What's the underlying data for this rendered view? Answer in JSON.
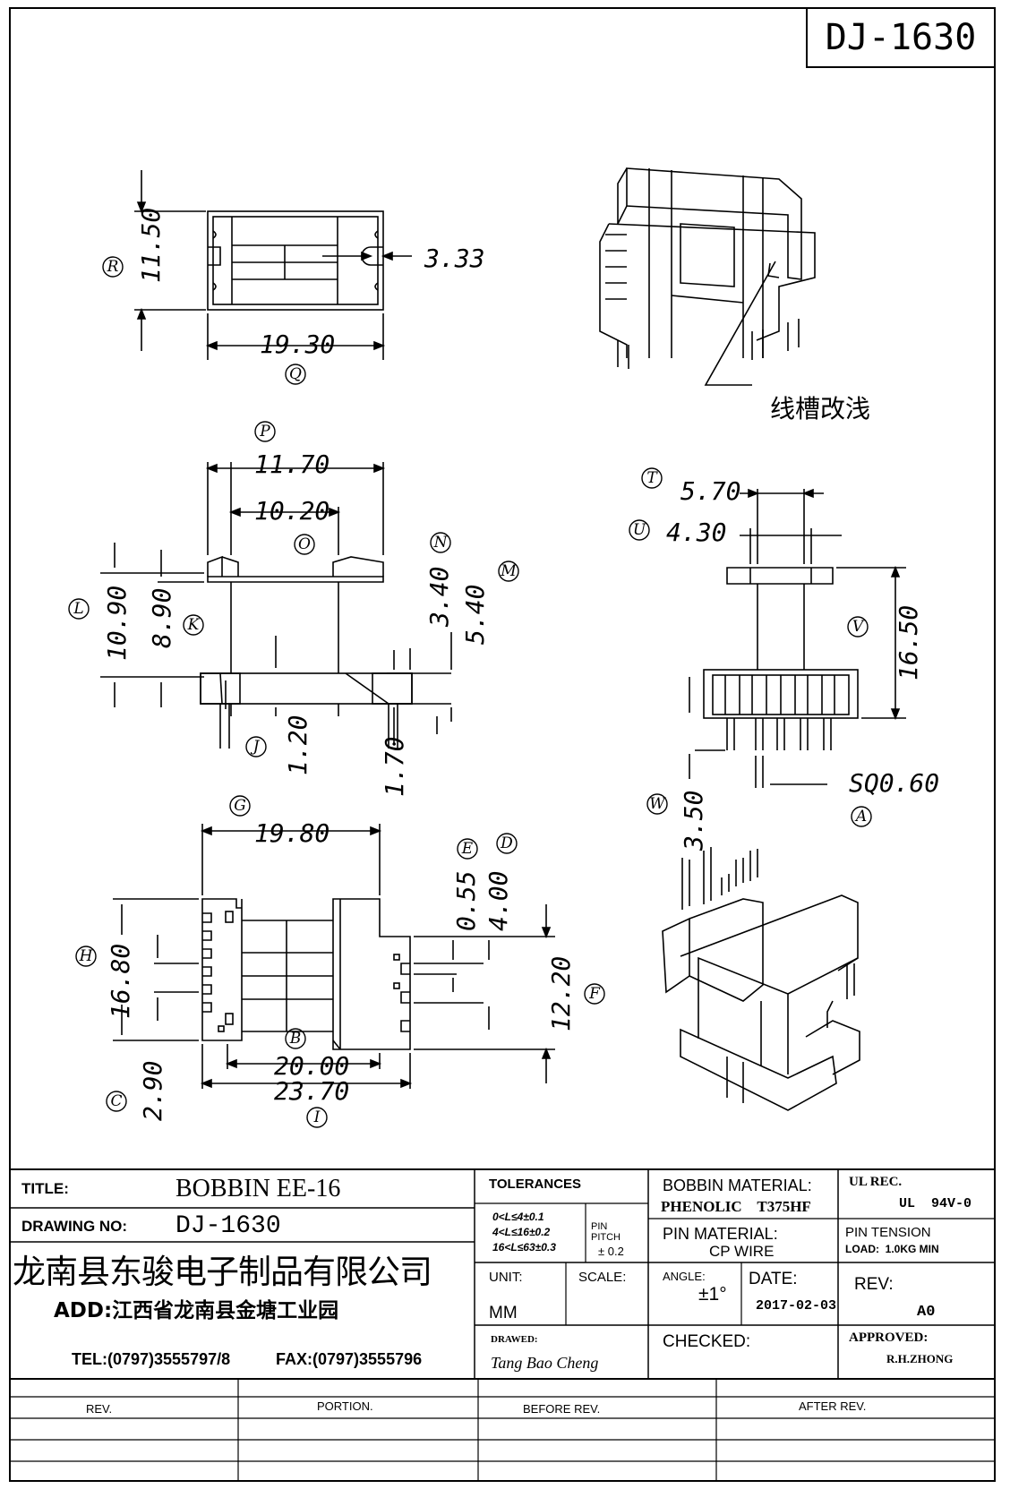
{
  "header": {
    "drawing_number": "DJ-1630"
  },
  "dimensions": {
    "top_view": {
      "height": "11.50",
      "slot": "3.33",
      "width": "19.30"
    },
    "front_view": {
      "p": "11.70",
      "o": "10.20",
      "l": "10.90",
      "k": "8.90",
      "n": "3.40",
      "m": "5.40",
      "j": "1.20",
      "j2": "1.70"
    },
    "side_view": {
      "t": "5.70",
      "u": "4.30",
      "v": "16.50",
      "w": "3.50",
      "pin": "SQ0.60"
    },
    "bottom_view": {
      "g": "19.80",
      "e": "0.55",
      "d": "4.00",
      "h": "16.80",
      "f": "12.20",
      "b": "20.00",
      "i": "23.70",
      "c": "2.90"
    }
  },
  "callouts": [
    "P",
    "O",
    "N",
    "M",
    "L",
    "K",
    "J",
    "T",
    "U",
    "V",
    "W",
    "A",
    "G",
    "E",
    "D",
    "H",
    "F",
    "B",
    "C",
    "I",
    "R",
    "Q"
  ],
  "annotation_note": "线槽改浅",
  "title_block": {
    "title_label": "TITLE:",
    "title_value": "BOBBIN EE-16",
    "drawing_no_label": "DRAWING NO:",
    "drawing_no_value": "DJ-1630",
    "company_name": "龙南县东骏电子制品有限公司",
    "address": "ADD:江西省龙南县金塘工业园",
    "tel": "TEL:(0797)3555797/8",
    "fax": "FAX:(0797)3555796",
    "tolerances_label": "TOLERANCES",
    "tol_line1": "0<L≤4±0.1",
    "tol_line2": "4<L≤16±0.2",
    "tol_line3": "16<L≤63±0.3",
    "pin_pitch_label": "PIN\nPITCH",
    "pin_pitch_value": "± 0.2",
    "bobbin_material_label": "BOBBIN MATERIAL:",
    "bobbin_material_value": "PHENOLIC    T375HF",
    "pin_material_label": "PIN MATERIAL:",
    "pin_material_value": "CP WIRE",
    "ul_label": "UL REC.",
    "ul_value": "UL  94V-0",
    "pin_tension_label": "PIN TENSION",
    "pin_tension_value": "LOAD:  1.0KG MIN",
    "unit_label": "UNIT:",
    "unit_value": "MM",
    "scale_label": "SCALE:",
    "angle_label": "ANGLE:",
    "angle_value": "±1°",
    "date_label": "DATE:",
    "date_value": "2017-02-03",
    "rev_label": "REV:",
    "rev_value": "A0",
    "drawn_label": "DRAWED:",
    "drawn_value": "Tang Bao Cheng",
    "checked_label": "CHECKED:",
    "approved_label": "APPROVED:",
    "approved_value": "R.H.ZHONG"
  },
  "revision_table": {
    "headers": [
      "REV.",
      "PORTION.",
      "BEFORE REV.",
      "AFTER REV."
    ]
  }
}
